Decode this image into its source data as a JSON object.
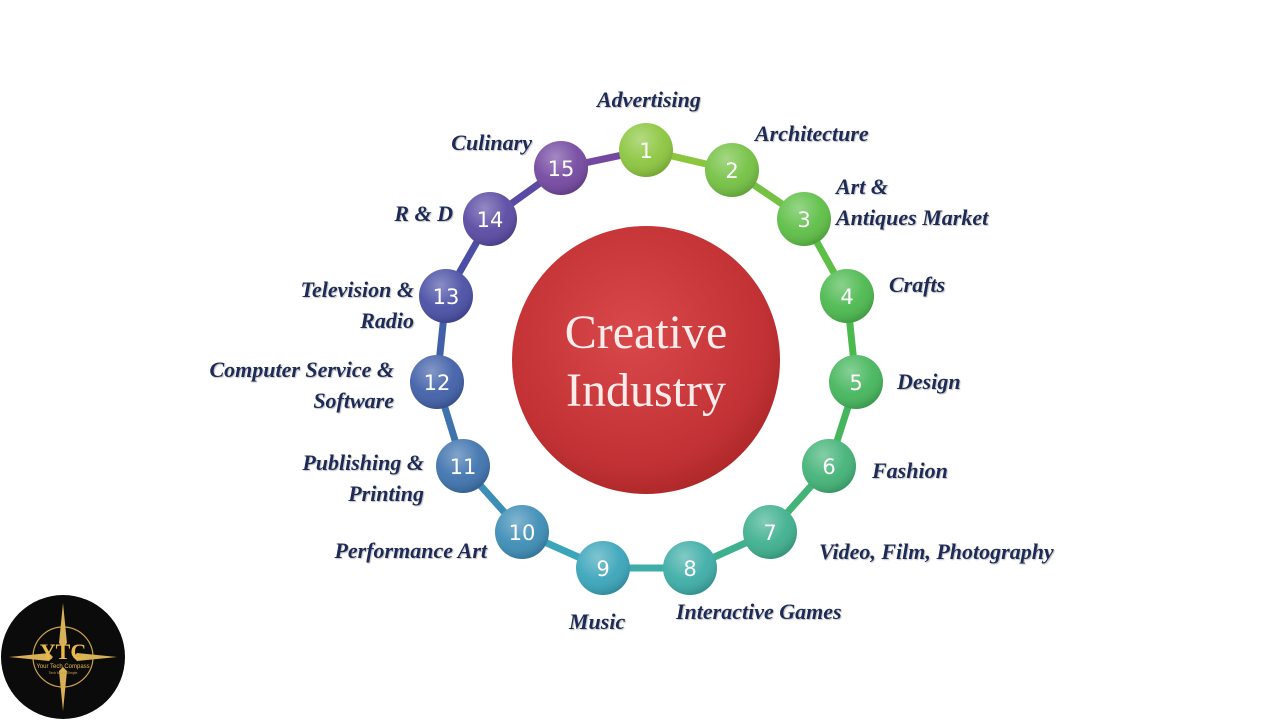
{
  "center": {
    "line1": "Creative",
    "line2": "Industry",
    "color": "#c9383a"
  },
  "nodes": [
    {
      "number": "1",
      "label": [
        "Advertising"
      ],
      "color": "#8cc63f"
    },
    {
      "number": "2",
      "label": [
        "Architecture"
      ],
      "color": "#74c143"
    },
    {
      "number": "3",
      "label": [
        "Art &",
        "Antiques Market"
      ],
      "color": "#5ebf46"
    },
    {
      "number": "4",
      "label": [
        "Crafts"
      ],
      "color": "#4cb94f"
    },
    {
      "number": "5",
      "label": [
        "Design"
      ],
      "color": "#45b65c"
    },
    {
      "number": "6",
      "label": [
        "Fashion"
      ],
      "color": "#43b378"
    },
    {
      "number": "7",
      "label": [
        "Video, Film, Photography"
      ],
      "color": "#3fb08e"
    },
    {
      "number": "8",
      "label": [
        "Interactive Games"
      ],
      "color": "#3eada7"
    },
    {
      "number": "9",
      "label": [
        "Music"
      ],
      "color": "#3ba5ba"
    },
    {
      "number": "10",
      "label": [
        "Performance Art"
      ],
      "color": "#3d8db6"
    },
    {
      "number": "11",
      "label": [
        "Publishing &",
        "Printing"
      ],
      "color": "#3f73ae"
    },
    {
      "number": "12",
      "label": [
        "Computer Service &",
        "Software"
      ],
      "color": "#4160a8"
    },
    {
      "number": "13",
      "label": [
        "Television &",
        "Radio"
      ],
      "color": "#4a4fa5"
    },
    {
      "number": "14",
      "label": [
        "R & D"
      ],
      "color": "#5a4aa3"
    },
    {
      "number": "15",
      "label": [
        "Culinary"
      ],
      "color": "#7448a1"
    }
  ],
  "logo": {
    "initials": "YTC",
    "name": "Your Tech Compass",
    "tagline": "Tech Made Simple"
  }
}
